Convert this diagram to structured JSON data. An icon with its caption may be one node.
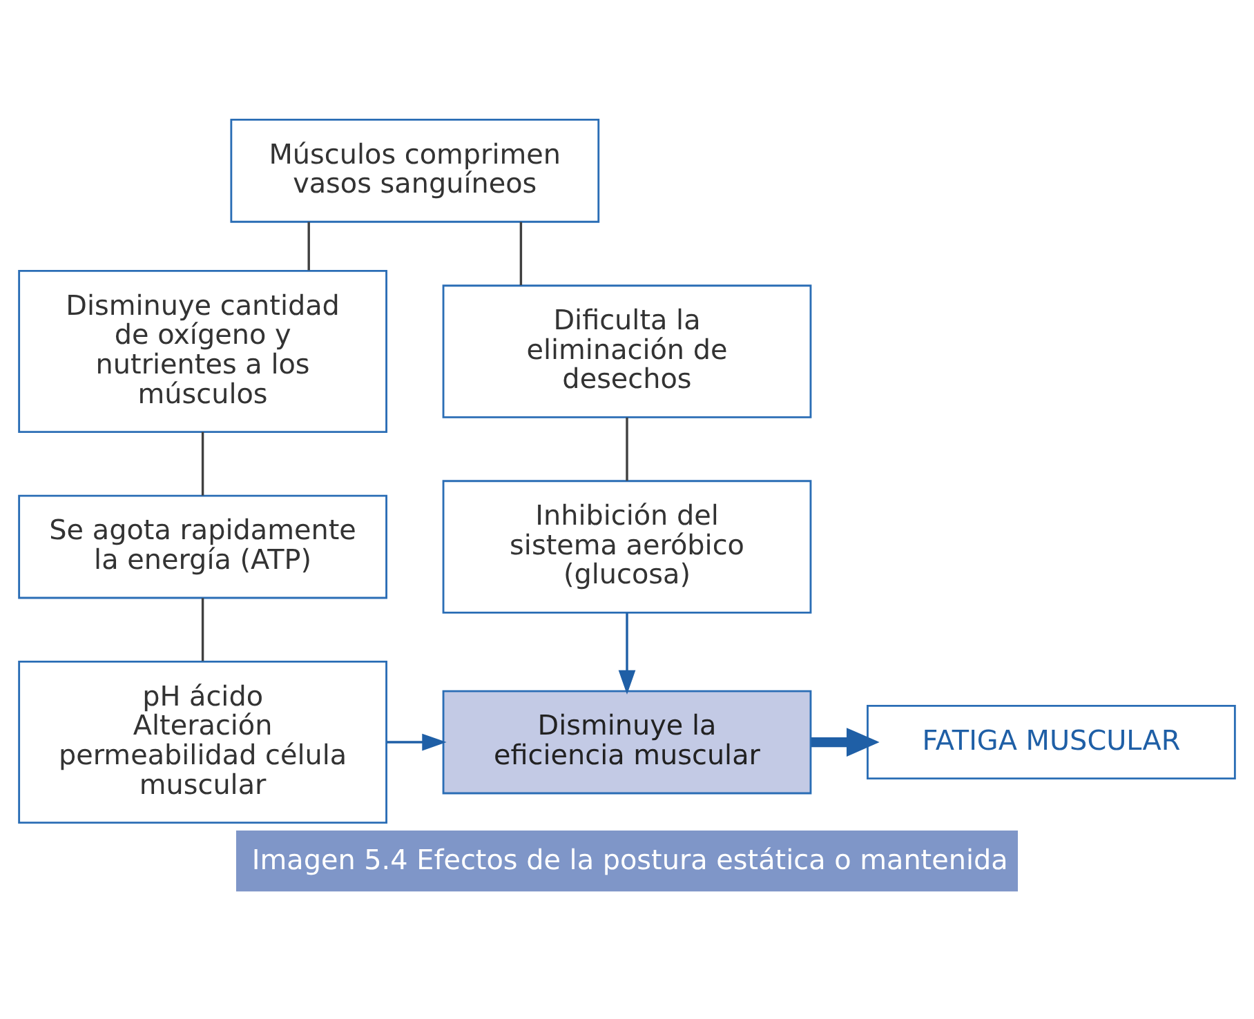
{
  "diagram": {
    "caption": "Imagen 5.4 Efectos de la postura estática o mantenida",
    "nodes": [
      {
        "text": [
          "Músculos comprimen vasos sanguíneos"
        ]
      },
      {
        "text": [
          "Disminuye cantidad de oxígeno y nutrientes a los músculos"
        ]
      },
      {
        "text": [
          "Dificulta la eliminación de desechos"
        ]
      },
      {
        "text": [
          "Se agota rapidamente la energía (ATP)"
        ]
      },
      {
        "text": [
          "Inhibición del sistema aeróbico (glucosa)"
        ]
      },
      {
        "text": [
          "pH ácido",
          "Alteración permeabilidad célula muscular"
        ]
      },
      {
        "text": [
          "Disminuye la eficiencia muscular"
        ]
      },
      {
        "text": [
          "FATIGA MUSCULAR"
        ]
      }
    ],
    "edges": [
      {
        "from": 0,
        "to": 1,
        "arrow": "none"
      },
      {
        "from": 0,
        "to": 2,
        "arrow": "none"
      },
      {
        "from": 1,
        "to": 3,
        "arrow": "none"
      },
      {
        "from": 2,
        "to": 4,
        "arrow": "none"
      },
      {
        "from": 3,
        "to": 5,
        "arrow": "none"
      },
      {
        "from": 4,
        "to": 6,
        "arrow": "to",
        "color": "#1f5fa6"
      },
      {
        "from": 5,
        "to": 6,
        "arrow": "to",
        "color": "#1f5fa6"
      },
      {
        "from": 6,
        "to": 7,
        "arrow": "to",
        "style": "thick",
        "color": "#1f5fa6"
      }
    ]
  }
}
